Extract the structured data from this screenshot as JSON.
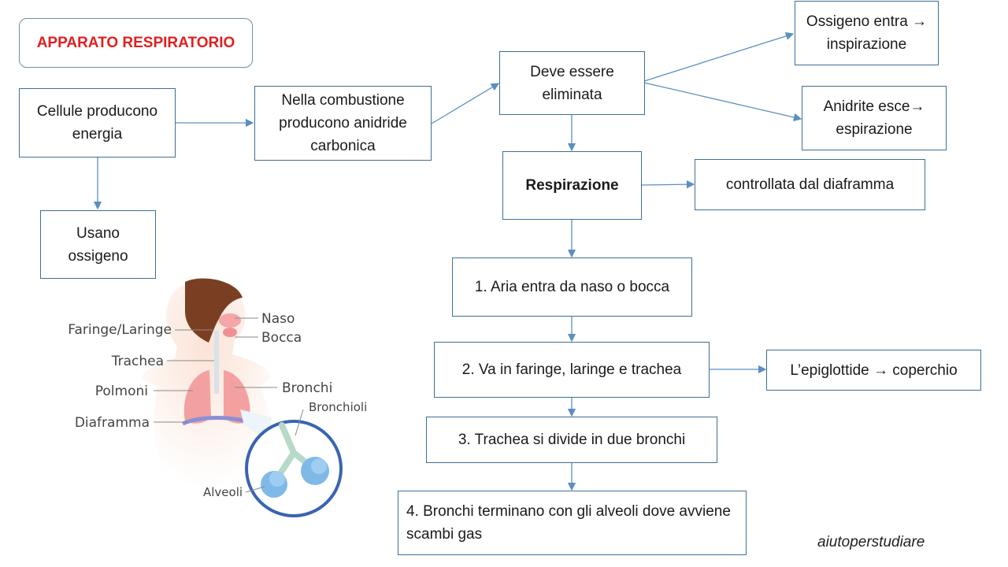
{
  "title": "APPARATO RESPIRATORIO",
  "boxes": {
    "cellule": "Cellule producono energia",
    "usano": "Usano ossigeno",
    "combustione": "Nella combustione producono anidride carbonica",
    "eliminata": "Deve essere eliminata",
    "ossigeno": "Ossigeno entra → inspirazione",
    "anidrite": "Anidrite esce→ espirazione",
    "respirazione": "Respirazione",
    "diaframma": "controllata dal diaframma",
    "step1": "1. Aria entra da naso o bocca",
    "step2": "2. Va in faringe, laringe e trachea",
    "epiglottide": "L’epiglottide → coperchio",
    "step3": "3. Trachea si divide in due bronchi",
    "step4": "4. Bronchi terminano con gli alveoli dove avviene scambi gas"
  },
  "illustration": {
    "labels": {
      "naso": "Naso",
      "bocca": "Bocca",
      "faringe": "Faringe/Laringe",
      "trachea": "Trachea",
      "polmoni": "Polmoni",
      "bronchi": "Bronchi",
      "bronchioli": "Bronchioli",
      "diaframma": "Diaframma",
      "alveoli": "Alveoli"
    }
  },
  "watermark": "aiutoperstudiare",
  "colors": {
    "title": "#e02020",
    "border": "#3f6f94",
    "arrow": "#5b8fc0"
  }
}
